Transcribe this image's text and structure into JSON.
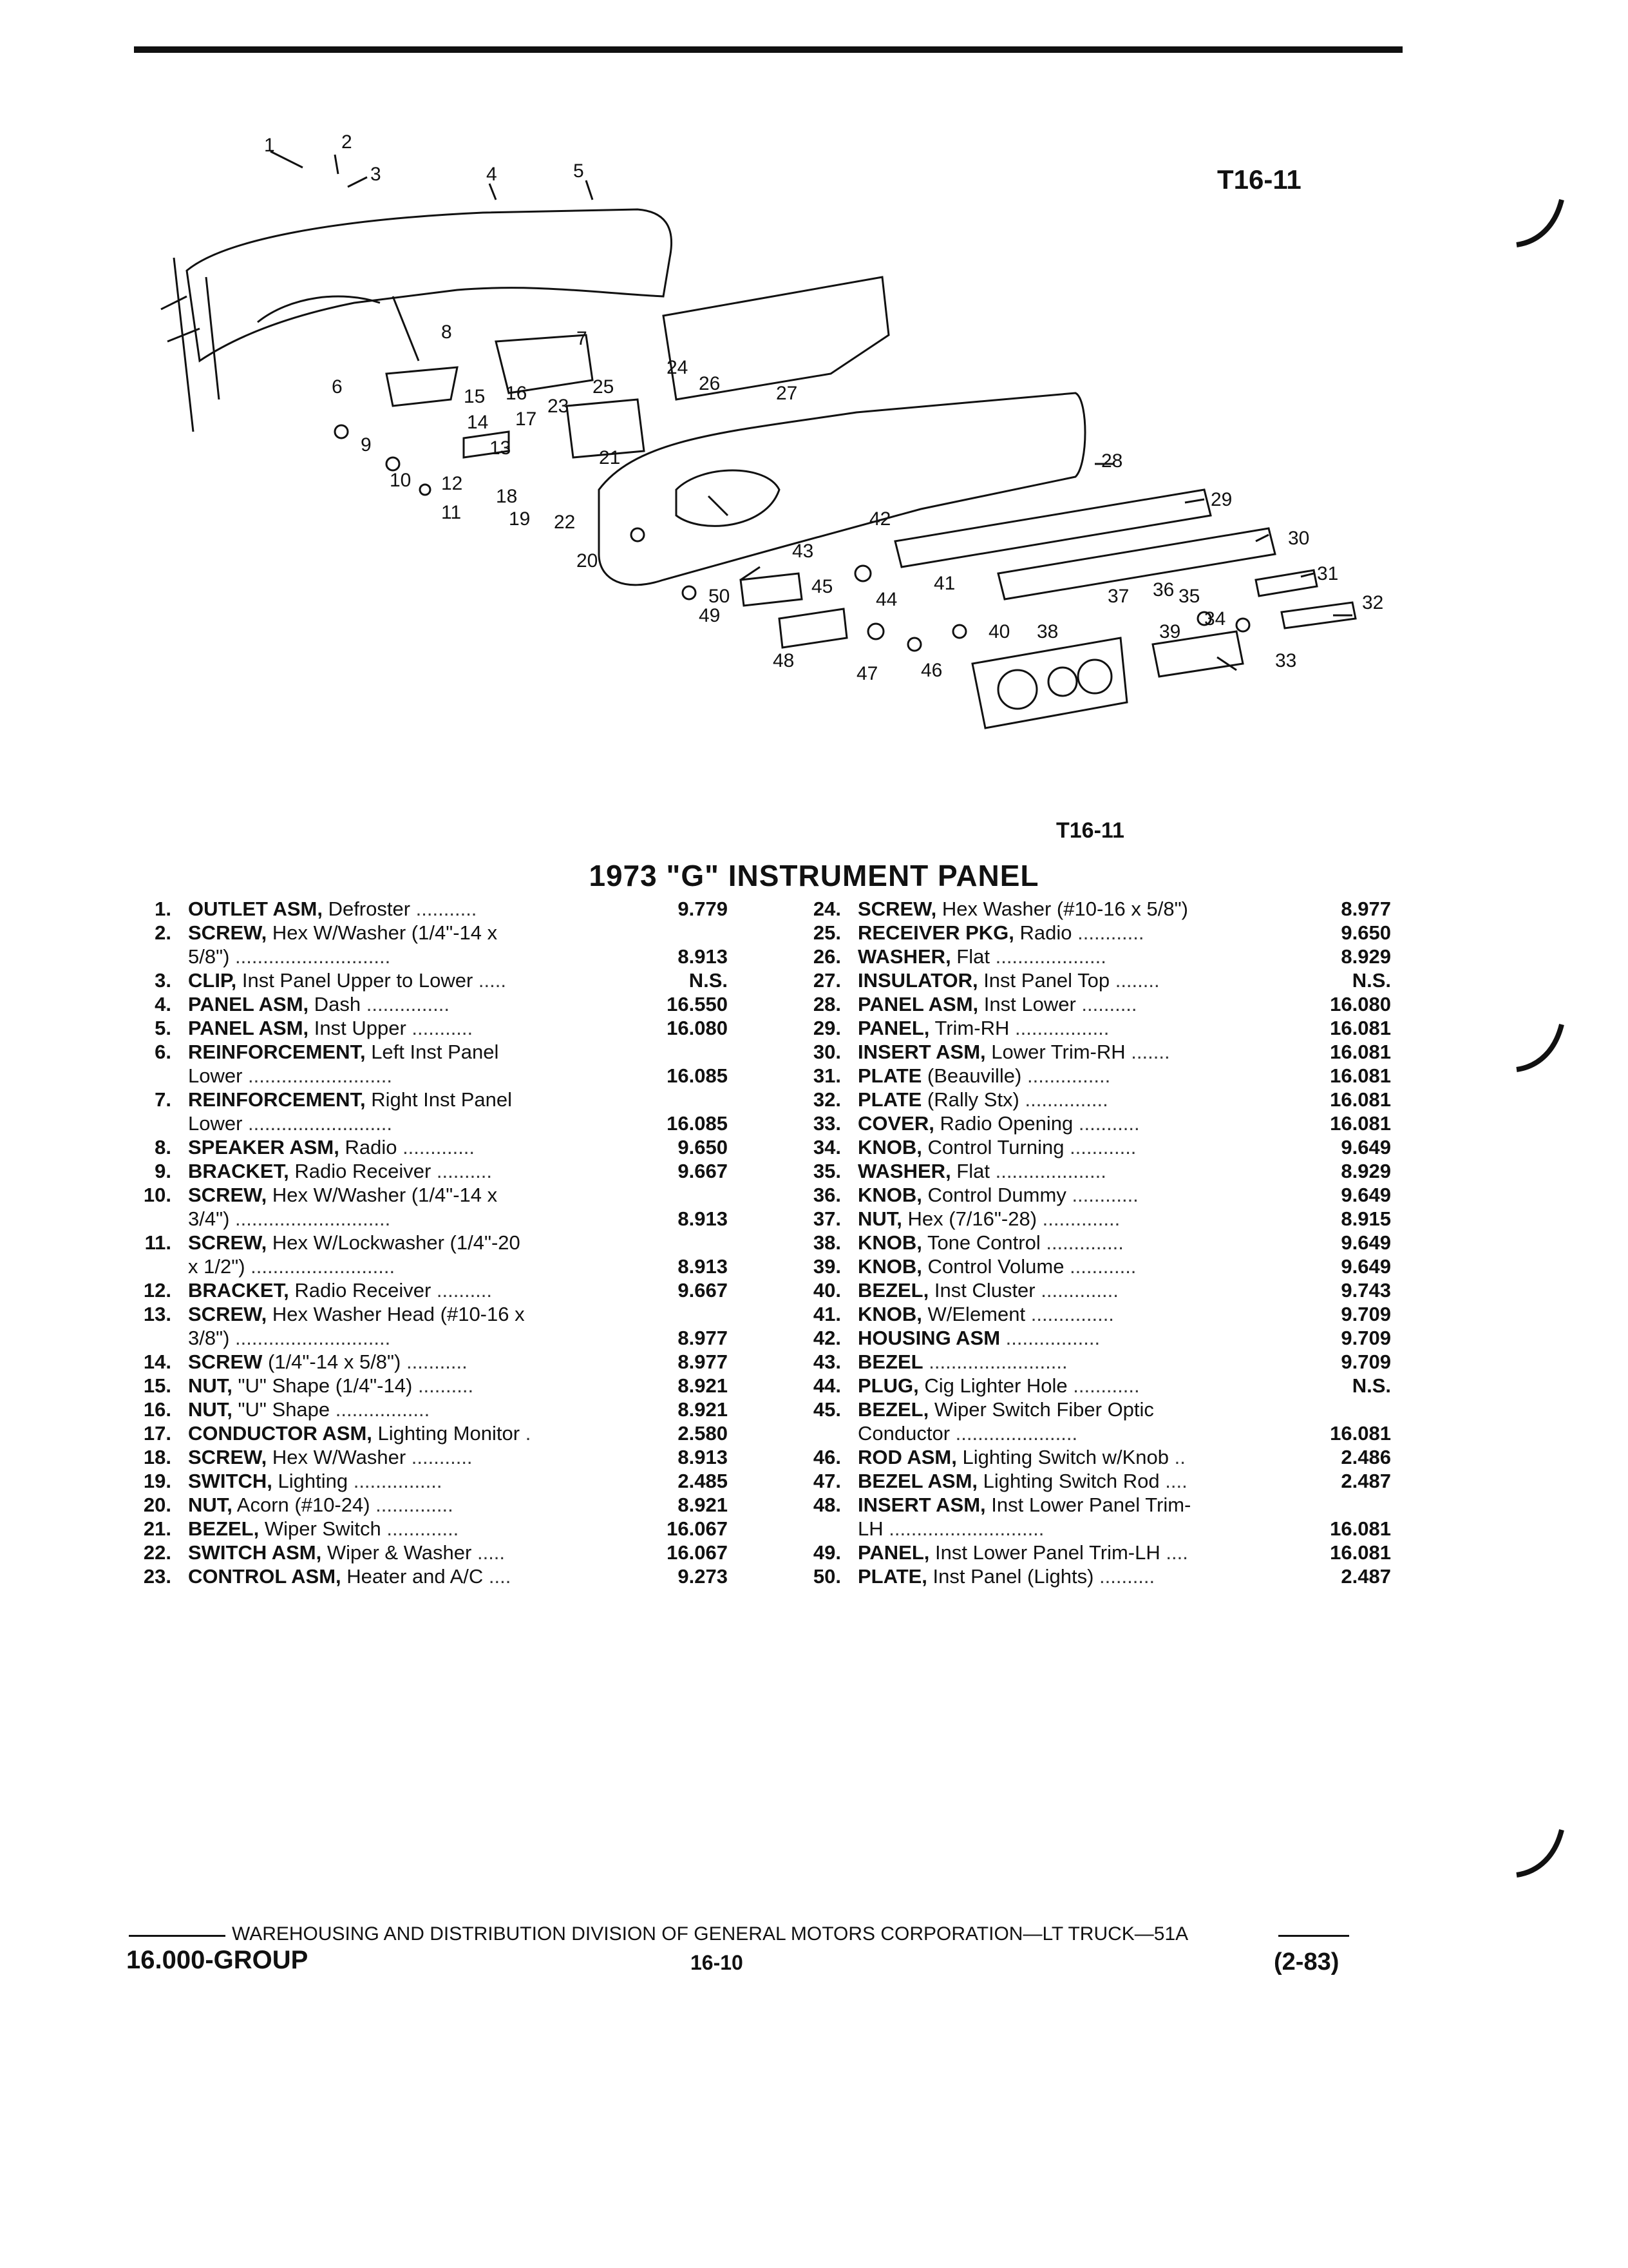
{
  "figure": {
    "code": "T16-11",
    "caption": "T16-11",
    "callouts": [
      "1",
      "2",
      "3",
      "4",
      "5",
      "6",
      "7",
      "8",
      "9",
      "10",
      "11",
      "12",
      "13",
      "14",
      "15",
      "16",
      "17",
      "18",
      "19",
      "20",
      "21",
      "22",
      "23",
      "24",
      "25",
      "26",
      "27",
      "28",
      "29",
      "30",
      "31",
      "32",
      "33",
      "34",
      "35",
      "36",
      "37",
      "38",
      "39",
      "40",
      "41",
      "42",
      "43",
      "44",
      "45",
      "46",
      "47",
      "48",
      "49",
      "50"
    ]
  },
  "page_title": "1973 \"G\" INSTRUMENT PANEL",
  "parts_left": [
    {
      "num": "1.",
      "name": "OUTLET ASM,",
      "desc": " Defroster",
      "dots": " ...........",
      "code": "9.779"
    },
    {
      "num": "2.",
      "name": "SCREW,",
      "desc": " Hex W/Washer (1/4\"-14 x",
      "dots": "",
      "code": ""
    },
    {
      "num": "",
      "name": "",
      "desc": "5/8\")",
      "dots": " ............................",
      "code": "8.913"
    },
    {
      "num": "3.",
      "name": "CLIP,",
      "desc": " Inst Panel Upper to Lower",
      "dots": " .....",
      "code": "N.S."
    },
    {
      "num": "4.",
      "name": "PANEL ASM,",
      "desc": " Dash",
      "dots": " ...............",
      "code": "16.550"
    },
    {
      "num": "5.",
      "name": "PANEL ASM,",
      "desc": " Inst Upper",
      "dots": " ...........",
      "code": "16.080"
    },
    {
      "num": "6.",
      "name": "REINFORCEMENT,",
      "desc": " Left Inst Panel",
      "dots": "",
      "code": ""
    },
    {
      "num": "",
      "name": "",
      "desc": "Lower",
      "dots": " ..........................",
      "code": "16.085"
    },
    {
      "num": "7.",
      "name": "REINFORCEMENT,",
      "desc": " Right Inst Panel",
      "dots": "",
      "code": ""
    },
    {
      "num": "",
      "name": "",
      "desc": "Lower",
      "dots": " ..........................",
      "code": "16.085"
    },
    {
      "num": "8.",
      "name": "SPEAKER ASM,",
      "desc": " Radio",
      "dots": " .............",
      "code": "9.650"
    },
    {
      "num": "9.",
      "name": "BRACKET,",
      "desc": " Radio Receiver",
      "dots": " ..........",
      "code": "9.667"
    },
    {
      "num": "10.",
      "name": "SCREW,",
      "desc": " Hex W/Washer (1/4\"-14 x",
      "dots": "",
      "code": ""
    },
    {
      "num": "",
      "name": "",
      "desc": "3/4\")",
      "dots": " ............................",
      "code": "8.913"
    },
    {
      "num": "11.",
      "name": "SCREW,",
      "desc": " Hex W/Lockwasher (1/4\"-20",
      "dots": "",
      "code": ""
    },
    {
      "num": "",
      "name": "",
      "desc": "x 1/2\")",
      "dots": " ..........................",
      "code": "8.913"
    },
    {
      "num": "12.",
      "name": "BRACKET,",
      "desc": " Radio Receiver",
      "dots": " ..........",
      "code": "9.667"
    },
    {
      "num": "13.",
      "name": "SCREW,",
      "desc": " Hex Washer Head (#10-16 x",
      "dots": "",
      "code": ""
    },
    {
      "num": "",
      "name": "",
      "desc": "3/8\")",
      "dots": " ............................",
      "code": "8.977"
    },
    {
      "num": "14.",
      "name": "SCREW",
      "desc": " (1/4\"-14 x 5/8\")",
      "dots": " ...........",
      "code": "8.977"
    },
    {
      "num": "15.",
      "name": "NUT,",
      "desc": " \"U\" Shape (1/4\"-14)",
      "dots": " ..........",
      "code": "8.921"
    },
    {
      "num": "16.",
      "name": "NUT,",
      "desc": " \"U\" Shape",
      "dots": " .................",
      "code": "8.921"
    },
    {
      "num": "17.",
      "name": "CONDUCTOR ASM,",
      "desc": " Lighting Monitor",
      "dots": " .",
      "code": "2.580"
    },
    {
      "num": "18.",
      "name": "SCREW,",
      "desc": " Hex W/Washer",
      "dots": " ...........",
      "code": "8.913"
    },
    {
      "num": "19.",
      "name": "SWITCH,",
      "desc": " Lighting",
      "dots": " ................",
      "code": "2.485"
    },
    {
      "num": "20.",
      "name": "NUT,",
      "desc": " Acorn (#10-24)",
      "dots": " ..............",
      "code": "8.921"
    },
    {
      "num": "21.",
      "name": "BEZEL,",
      "desc": " Wiper Switch",
      "dots": " .............",
      "code": "16.067"
    },
    {
      "num": "22.",
      "name": "SWITCH ASM,",
      "desc": " Wiper & Washer",
      "dots": " .....",
      "code": "16.067"
    },
    {
      "num": "23.",
      "name": "CONTROL ASM,",
      "desc": " Heater and A/C",
      "dots": " ....",
      "code": "9.273"
    }
  ],
  "parts_right": [
    {
      "num": "24.",
      "name": "SCREW,",
      "desc": " Hex Washer (#10-16 x 5/8\")",
      "dots": "",
      "code": "8.977"
    },
    {
      "num": "25.",
      "name": "RECEIVER PKG,",
      "desc": " Radio",
      "dots": " ............",
      "code": "9.650"
    },
    {
      "num": "26.",
      "name": "WASHER,",
      "desc": " Flat",
      "dots": " ....................",
      "code": "8.929"
    },
    {
      "num": "27.",
      "name": "INSULATOR,",
      "desc": " Inst Panel Top",
      "dots": " ........",
      "code": "N.S."
    },
    {
      "num": "28.",
      "name": "PANEL ASM,",
      "desc": " Inst Lower",
      "dots": " ..........",
      "code": "16.080"
    },
    {
      "num": "29.",
      "name": "PANEL,",
      "desc": " Trim-RH",
      "dots": " .................",
      "code": "16.081"
    },
    {
      "num": "30.",
      "name": "INSERT ASM,",
      "desc": " Lower Trim-RH",
      "dots": " .......",
      "code": "16.081"
    },
    {
      "num": "31.",
      "name": "PLATE",
      "desc": " (Beauville)",
      "dots": " ...............",
      "code": "16.081"
    },
    {
      "num": "32.",
      "name": "PLATE",
      "desc": " (Rally Stx)",
      "dots": " ...............",
      "code": "16.081"
    },
    {
      "num": "33.",
      "name": "COVER,",
      "desc": " Radio Opening",
      "dots": " ...........",
      "code": "16.081"
    },
    {
      "num": "34.",
      "name": "KNOB,",
      "desc": " Control Turning",
      "dots": " ............",
      "code": "9.649"
    },
    {
      "num": "35.",
      "name": "WASHER,",
      "desc": " Flat",
      "dots": " ....................",
      "code": "8.929"
    },
    {
      "num": "36.",
      "name": "KNOB,",
      "desc": " Control Dummy",
      "dots": " ............",
      "code": "9.649"
    },
    {
      "num": "37.",
      "name": "NUT,",
      "desc": " Hex (7/16\"-28)",
      "dots": " ..............",
      "code": "8.915"
    },
    {
      "num": "38.",
      "name": "KNOB,",
      "desc": " Tone Control",
      "dots": " ..............",
      "code": "9.649"
    },
    {
      "num": "39.",
      "name": "KNOB,",
      "desc": " Control Volume",
      "dots": " ............",
      "code": "9.649"
    },
    {
      "num": "40.",
      "name": "BEZEL,",
      "desc": " Inst Cluster",
      "dots": " ..............",
      "code": "9.743"
    },
    {
      "num": "41.",
      "name": "KNOB,",
      "desc": " W/Element",
      "dots": " ...............",
      "code": "9.709"
    },
    {
      "num": "42.",
      "name": "HOUSING ASM",
      "desc": "",
      "dots": " .................",
      "code": "9.709"
    },
    {
      "num": "43.",
      "name": "BEZEL",
      "desc": "",
      "dots": " .........................",
      "code": "9.709"
    },
    {
      "num": "44.",
      "name": "PLUG,",
      "desc": " Cig Lighter Hole",
      "dots": " ............",
      "code": "N.S."
    },
    {
      "num": "45.",
      "name": "BEZEL,",
      "desc": " Wiper Switch Fiber Optic",
      "dots": "",
      "code": ""
    },
    {
      "num": "",
      "name": "",
      "desc": "Conductor",
      "dots": " ......................",
      "code": "16.081"
    },
    {
      "num": "46.",
      "name": "ROD ASM,",
      "desc": " Lighting Switch w/Knob",
      "dots": " ..",
      "code": "2.486"
    },
    {
      "num": "47.",
      "name": "BEZEL ASM,",
      "desc": " Lighting Switch Rod",
      "dots": " ....",
      "code": "2.487"
    },
    {
      "num": "48.",
      "name": "INSERT ASM,",
      "desc": " Inst Lower Panel Trim-",
      "dots": "",
      "code": ""
    },
    {
      "num": "",
      "name": "",
      "desc": "LH",
      "dots": " ............................",
      "code": "16.081"
    },
    {
      "num": "49.",
      "name": "PANEL,",
      "desc": " Inst Lower Panel Trim-LH",
      "dots": " ....",
      "code": "16.081"
    },
    {
      "num": "50.",
      "name": "PLATE,",
      "desc": " Inst Panel (Lights)",
      "dots": " ..........",
      "code": "2.487"
    }
  ],
  "footer": {
    "line": "WAREHOUSING AND DISTRIBUTION DIVISION OF GENERAL MOTORS CORPORATION—LT TRUCK—51A",
    "group": "16.000-GROUP",
    "page": "16-10",
    "date": "(2-83)"
  }
}
